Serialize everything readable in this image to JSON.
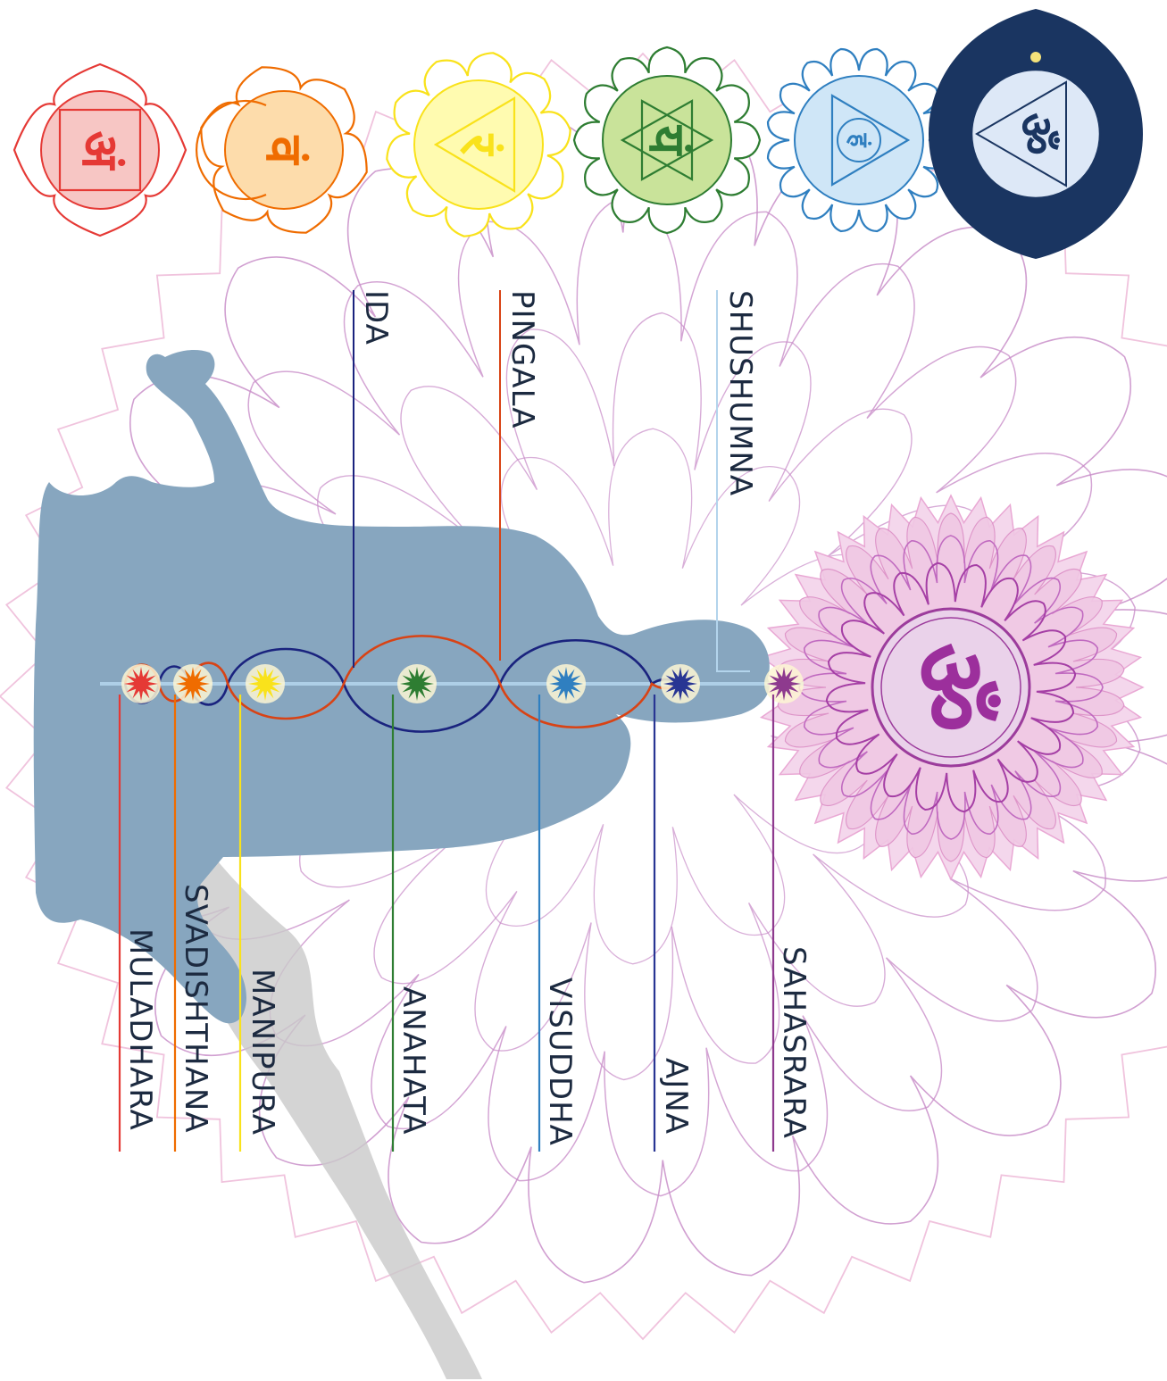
{
  "diagram": {
    "nadis": [
      {
        "id": "ida",
        "label": "IDA",
        "color": "#1a237e"
      },
      {
        "id": "pingala",
        "label": "PINGALA",
        "color": "#d84315"
      },
      {
        "id": "shushumna",
        "label": "SHUSHUMNA",
        "color": "#b3d4ec"
      }
    ],
    "chakras": [
      {
        "id": "muladhara",
        "label": "MULADHARA",
        "color": "#e53935",
        "glyph": "अं"
      },
      {
        "id": "svadishthana",
        "label": "SVADISHTHANA",
        "color": "#ef6c00",
        "glyph": "वं"
      },
      {
        "id": "manipura",
        "label": "MANIPURA",
        "color": "#f9e21b",
        "glyph": "रं"
      },
      {
        "id": "anahata",
        "label": "ANAHATA",
        "color": "#2e7d32",
        "glyph": "यं"
      },
      {
        "id": "visuddha",
        "label": "VISUDDHA",
        "color": "#2f7fc0",
        "glyph": "हं"
      },
      {
        "id": "ajna",
        "label": "AJNA",
        "color": "#283593",
        "glyph": "ॐ"
      },
      {
        "id": "sahasrara",
        "label": "SAHASRARA",
        "color": "#8e3a8e",
        "glyph": "ॐ"
      }
    ],
    "colors": {
      "silhouette": "#87a6bf",
      "shadow": "#c9c9c9",
      "mandala": "#c98fc9",
      "mandala_light": "#f0c3dd",
      "crown_fill": "#f4d7ec",
      "crown_ring": "#c06ac0"
    }
  }
}
